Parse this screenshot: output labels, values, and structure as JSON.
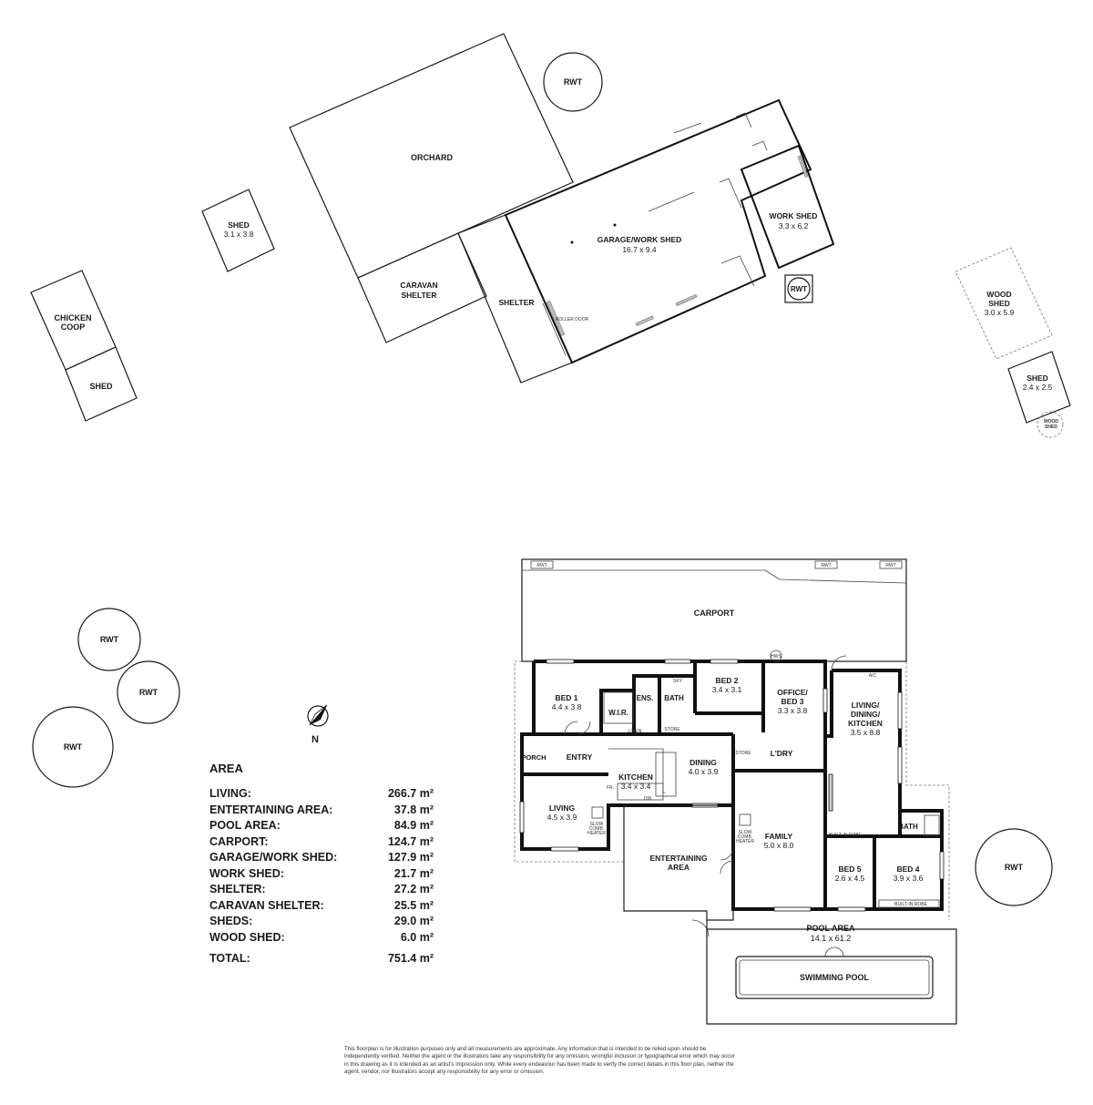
{
  "outbuildings": {
    "orchard": "ORCHARD",
    "rwt": "RWT",
    "garage_name": "GARAGE/WORK SHED",
    "garage_dim": "16.7 x 9.4",
    "work_shed_name": "WORK SHED",
    "work_shed_dim": "3.3 x 6.2",
    "shed_name": "SHED",
    "shed_dim": "3.1 x 3.8",
    "caravan_line1": "CARAVAN",
    "caravan_line2": "SHELTER",
    "shelter": "SHELTER",
    "roller_door": "ROLLER DOOR",
    "chicken_line1": "CHICKEN",
    "chicken_line2": "COOP",
    "wood_shed_line1": "WOOD",
    "wood_shed_line2": "SHED",
    "wood_shed_dim": "3.0 x 5.9",
    "shed2_dim": "2.4 x 2.5"
  },
  "house": {
    "carport": "CARPORT",
    "bed1": "BED 1",
    "bed1_dim": "4.4 x 3.8",
    "wir": "W.I.R.",
    "ens": "ENS.",
    "bath": "BATH",
    "bed2": "BED 2",
    "bed2_dim": "3.4 x 3.1",
    "office_line1": "OFFICE/",
    "office_line2": "BED 3",
    "office_dim": "3.3 x 3.8",
    "living_dining_line1": "LIVING/",
    "living_dining_line2": "DINING/",
    "living_dining_line3": "KITCHEN",
    "living_dining_dim": "3.5 x 8.8",
    "porch": "PORCH",
    "entry": "ENTRY",
    "dining": "DINING",
    "dining_dim": "4.0 x 3.9",
    "ldry": "L'DRY",
    "kitchen": "KITCHEN",
    "kitchen_dim": "3.4 x 3.4",
    "living": "LIVING",
    "living_dim": "4.5 x 3.9",
    "family": "FAMILY",
    "family_dim": "5.0 x 8.0",
    "entertaining_line1": "ENTERTAINING",
    "entertaining_line2": "AREA",
    "bed5": "BED 5",
    "bed5_dim": "2.6 x 4.5",
    "bed4": "BED 4",
    "bed4_dim": "3.9 x 3.6",
    "pool_area": "POOL AREA",
    "pool_area_dim": "14.1 x 61.2",
    "swimming_pool": "SWIMMING POOL",
    "linen": "LINEN",
    "store": "STORE",
    "built_in_robe": "BUILT-IN ROBE",
    "ac": "A/C",
    "slow_heater_line1": "SLOW",
    "slow_heater_line2": "COMB.",
    "slow_heater_line3": "HEATER",
    "hws": "HWS",
    "fr": "FR.",
    "dw": "DW",
    "sky": "SKY"
  },
  "compass": {
    "north": "N"
  },
  "area": {
    "title": "AREA",
    "rows": [
      {
        "label": "LIVING:",
        "value": "266.7 m²"
      },
      {
        "label": "ENTERTAINING AREA:",
        "value": "37.8 m²"
      },
      {
        "label": "POOL AREA:",
        "value": "84.9 m²"
      },
      {
        "label": "CARPORT:",
        "value": "124.7 m²"
      },
      {
        "label": "GARAGE/WORK SHED:",
        "value": "127.9 m²"
      },
      {
        "label": "WORK SHED:",
        "value": "21.7 m²"
      },
      {
        "label": "SHELTER:",
        "value": "27.2 m²"
      },
      {
        "label": "CARAVAN SHELTER:",
        "value": "25.5 m²"
      },
      {
        "label": "SHEDS:",
        "value": "29.0 m²"
      },
      {
        "label": "WOOD SHED:",
        "value": "6.0 m²"
      }
    ],
    "total_label": "TOTAL:",
    "total_value": "751.4 m²"
  },
  "disclaimer": "This floorplan is for illustration purposes only and all measurements are approximate. Any information that is intended to be relied upon should be independently verified. Neither the agent or the illustrators take any responsibility for any omission, wrongful inclusion or typographical error which may occur in this drawing as it is intended as an artist's impression only. While every endeavour has been made to verify the correct details in this floor plan, neither the agent, vendor, nor illustrators accept any responsibility for any error or omission."
}
